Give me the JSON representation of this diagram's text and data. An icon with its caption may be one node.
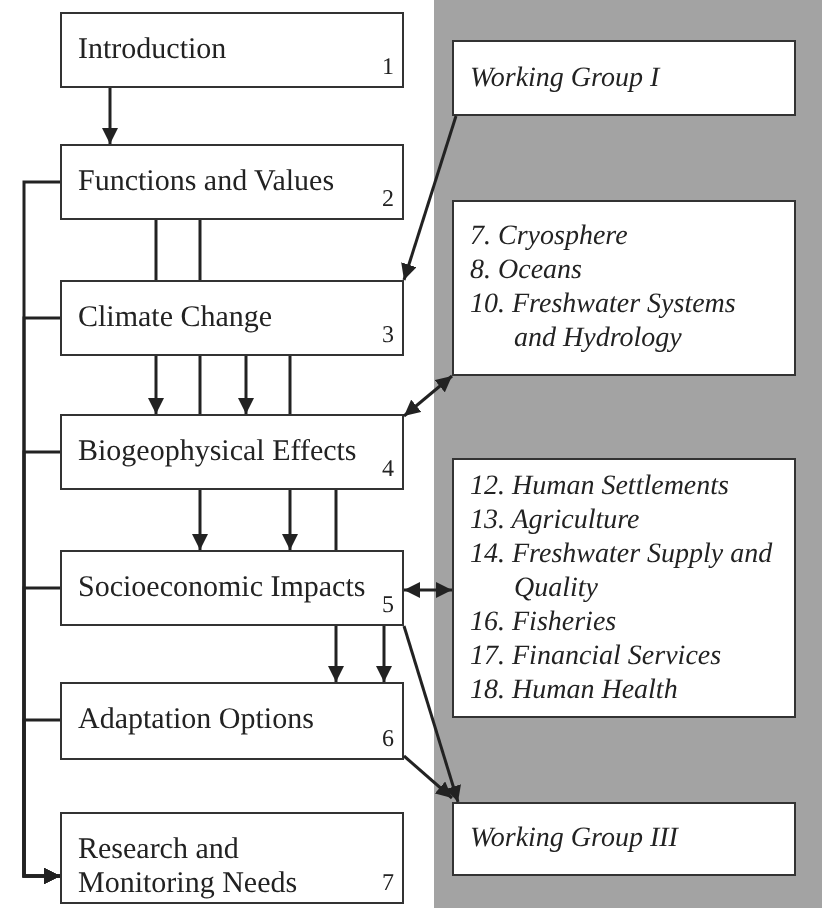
{
  "diagram": {
    "nodes": [
      {
        "text": [
          "Introduction",
          "1"
        ]
      },
      {
        "text": [
          "Functions and Values",
          "2"
        ]
      },
      {
        "text": [
          "Climate Change",
          "3"
        ]
      },
      {
        "text": [
          "Biogeophysical Effects",
          "4"
        ]
      },
      {
        "text": [
          "Socioeconomic Impacts",
          "5"
        ]
      },
      {
        "text": [
          "Adaptation Options",
          "6"
        ]
      },
      {
        "text": [
          "Research and Monitoring Needs",
          "7"
        ]
      },
      {
        "text": [],
        "shape": "box"
      },
      {
        "text": [
          "Working Group I"
        ],
        "in": 7
      },
      {
        "text": [
          "7. Cryosphere",
          "8. Oceans",
          "10. Freshwater Systems and Hydrology"
        ],
        "in": 7
      },
      {
        "text": [
          "12. Human Settlements",
          "13. Agriculture",
          "14. Freshwater Supply and Quality",
          "16. Fisheries",
          "17. Financial Services",
          "18. Human Health"
        ],
        "in": 7
      },
      {
        "text": [
          "Working Group III"
        ],
        "in": 7
      }
    ],
    "edges": [
      {
        "from": 0,
        "to": 1,
        "arrow": "to"
      },
      {
        "from": 1,
        "to": 2,
        "arrow": "none"
      },
      {
        "from": 1,
        "to": 2,
        "arrow": "none"
      },
      {
        "from": 2,
        "to": 3,
        "arrow": "to"
      },
      {
        "from": 2,
        "to": 3,
        "arrow": "none"
      },
      {
        "from": 2,
        "to": 3,
        "arrow": "to"
      },
      {
        "from": 2,
        "to": 3,
        "arrow": "none"
      },
      {
        "from": 3,
        "to": 4,
        "arrow": "to"
      },
      {
        "from": 3,
        "to": 4,
        "arrow": "to"
      },
      {
        "from": 3,
        "to": 4,
        "arrow": "none"
      },
      {
        "from": 4,
        "to": 5,
        "arrow": "to"
      },
      {
        "from": 4,
        "to": 5,
        "arrow": "to"
      },
      {
        "from": 1,
        "to": 6,
        "arrow": "to"
      },
      {
        "from": 2,
        "to": 6,
        "arrow": "to"
      },
      {
        "from": 3,
        "to": 6,
        "arrow": "to"
      },
      {
        "from": 4,
        "to": 6,
        "arrow": "to"
      },
      {
        "from": 5,
        "to": 6,
        "arrow": "to"
      },
      {
        "from": 8,
        "to": 2,
        "arrow": "to"
      },
      {
        "from": 9,
        "to": 3,
        "arrow": "both"
      },
      {
        "from": 10,
        "to": 4,
        "arrow": "both"
      },
      {
        "from": 4,
        "to": 11,
        "arrow": "to"
      },
      {
        "from": 5,
        "to": 11,
        "arrow": "to"
      }
    ]
  }
}
